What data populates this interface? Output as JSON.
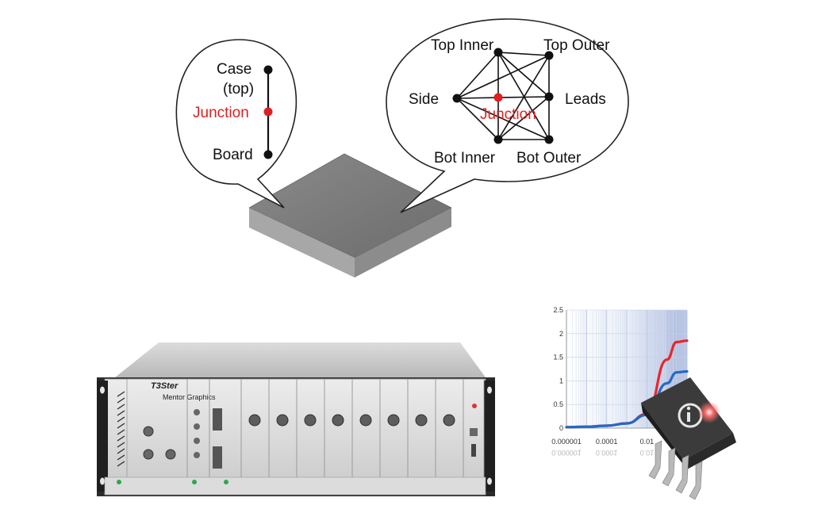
{
  "case_model": {
    "nodes": [
      {
        "label": "Case",
        "color": "#111111"
      },
      {
        "label": "(top)",
        "color": "#111111"
      },
      {
        "label": "Junction",
        "color": "#e02020"
      },
      {
        "label": "Board",
        "color": "#111111"
      }
    ]
  },
  "package_model": {
    "nodes": {
      "top_inner": "Top Inner",
      "top_outer": "Top Outer",
      "side": "Side",
      "junction": "Junction",
      "leads": "Leads",
      "bot_inner": "Bot Inner",
      "bot_outer": "Bot Outer"
    },
    "junction_color": "#e02020"
  },
  "tester": {
    "brand": "T3Ster",
    "vendor": "Mentor Graphics"
  },
  "chart_data": {
    "type": "line",
    "x": [
      1e-06,
      1e-05,
      0.0001,
      0.001,
      0.01,
      0.1,
      0.3,
      1
    ],
    "xscale": "log",
    "xticks": [
      "0.000001",
      "0.0001",
      "0.01"
    ],
    "ylim": [
      0,
      2.5
    ],
    "yticks": [
      "0",
      "0.5",
      "1",
      "1.5",
      "2",
      "2.5"
    ],
    "series": [
      {
        "color": "#e8262a",
        "values": [
          0.02,
          0.03,
          0.05,
          0.1,
          0.3,
          1.45,
          1.82,
          1.85
        ]
      },
      {
        "color": "#2469c4",
        "values": [
          0.02,
          0.03,
          0.05,
          0.1,
          0.28,
          0.95,
          1.18,
          1.2
        ]
      }
    ]
  }
}
